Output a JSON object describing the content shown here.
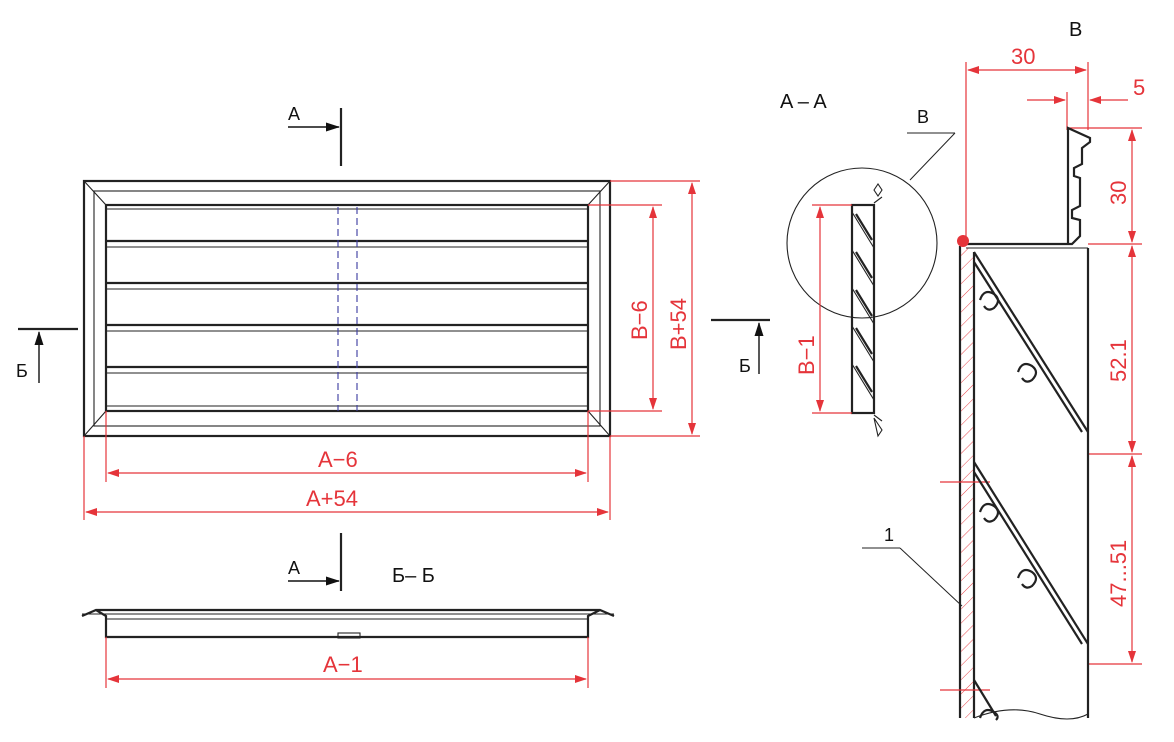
{
  "colors": {
    "line": "#222222",
    "dimension": "#e5343a",
    "hidden": "#3a3aa0",
    "background": "#ffffff"
  },
  "front_view": {
    "cut_a_top": "A",
    "cut_a_bottom": "A",
    "cut_b_left": "Б",
    "cut_b_right": "Б",
    "dim_inner_height": "B−6",
    "dim_outer_height": "B+54",
    "dim_inner_width": "A−6",
    "dim_outer_width": "A+54"
  },
  "section_bb": {
    "title": "Б– Б",
    "dim_width": "A−1"
  },
  "section_aa": {
    "title": "A  –  A",
    "detail_marker": "B",
    "dim_height": "B−1"
  },
  "detail_b": {
    "title": "B",
    "dim_top_width": "30",
    "dim_lip": "5",
    "dim_top_height": "30",
    "dim_pitch_1": "52.1",
    "dim_pitch_2": "47...51",
    "callout_1": "1"
  }
}
